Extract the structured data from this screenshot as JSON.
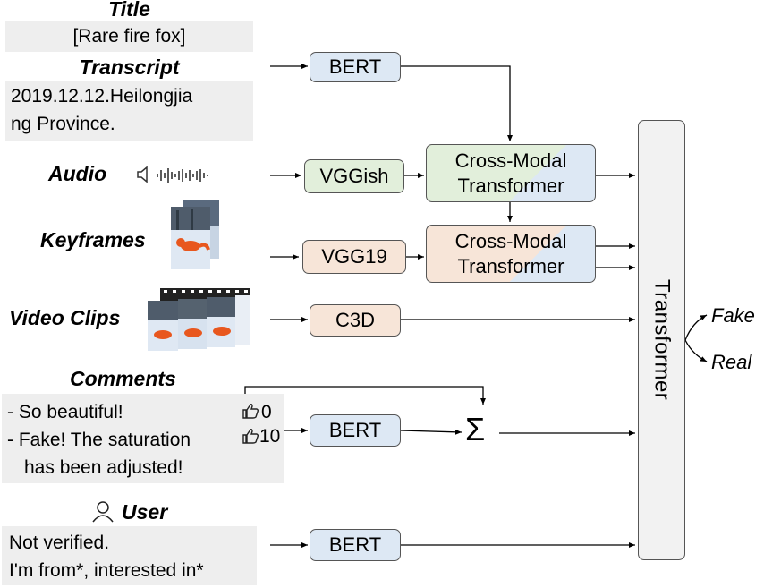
{
  "inputs": {
    "title_heading": "Title",
    "title_value": "[Rare fire fox]",
    "transcript_heading": "Transcript",
    "transcript_line1": "2019.12.12.Heilongjia",
    "transcript_line2": "ng Province.",
    "audio_heading": "Audio",
    "keyframes_heading": "Keyframes",
    "videoclips_heading": "Video Clips",
    "comments_heading": "Comments",
    "comment1": "- So beautiful!",
    "comment2": "- Fake! The saturation",
    "comment2b": "has been adjusted!",
    "like1": "0",
    "like2": "10",
    "user_heading": "User",
    "user_line1": "Not verified.",
    "user_line2": "I'm from*, interested in*"
  },
  "modules": {
    "bert_transcript": "BERT",
    "vggish": "VGGish",
    "vgg19": "VGG19",
    "c3d": "C3D",
    "bert_comments": "BERT",
    "bert_user": "BERT",
    "cross_modal_1a": "Cross-Modal",
    "cross_modal_1b": "Transformer",
    "cross_modal_2a": "Cross-Modal",
    "cross_modal_2b": "Transformer",
    "sum_symbol": "Σ",
    "transformer": "Transformer"
  },
  "outputs": {
    "fake": "Fake",
    "real": "Real"
  },
  "colors": {
    "blue": "#dde8f4",
    "green": "#e2efdb",
    "peach": "#f7e5d8",
    "grey": "#eeeeee",
    "fox": "#e8571e",
    "snow": "#dfe8f3"
  }
}
